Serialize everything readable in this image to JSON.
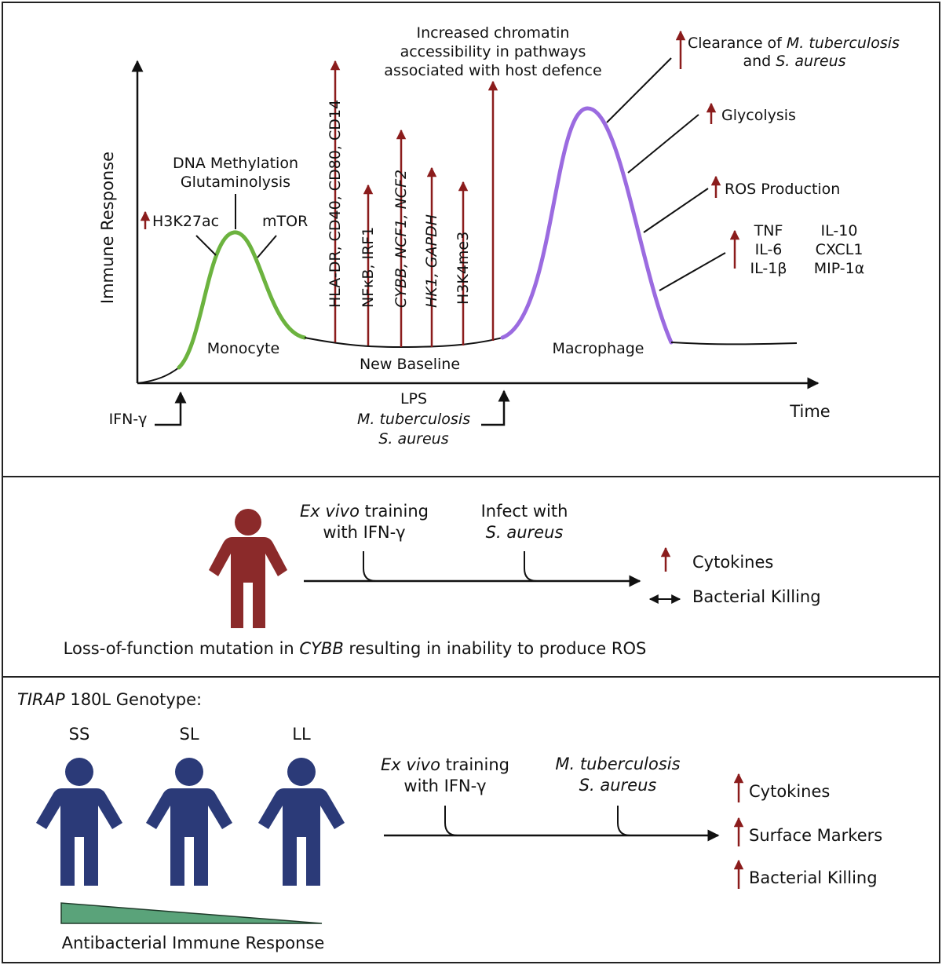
{
  "colors": {
    "monocyte_curve": "#6cb33f",
    "macrophage_curve": "#9b6be0",
    "up_arrow": "#8b1c1c",
    "patient_figure": "#8b2a2a",
    "genotype_figure": "#2b3a78",
    "gradient_wedge": "#5aa37a",
    "frame": "#222222"
  },
  "panel1": {
    "y_axis_label": "Immune Response",
    "x_axis_label": "Time",
    "monocyte_label": "Monocyte",
    "baseline_label": "New Baseline",
    "macrophage_label": "Macrophage",
    "ifng_label": "IFN-γ",
    "stim_lps": "LPS",
    "stim_mtb": "M. tuberculosis",
    "stim_saureus": "S. aureus",
    "dna_methylation": "DNA Methylation",
    "glutaminolysis": "Glutaminolysis",
    "h3k27ac": "H3K27ac",
    "mtor": "mTOR",
    "marker_surface": "HLA-DR, CD40, CD80, CD14",
    "marker_nfkb": "NFκB, IRF1",
    "marker_cybb": "CYBB, NCF1, NCF2",
    "marker_hk1": "HK1, GAPDH",
    "marker_h3k4": "H3K4me3",
    "chromatin_1": "Increased chromatin",
    "chromatin_2": "accessibility in pathways",
    "chromatin_3": "associated with host defence",
    "clearance_1_pre": "Clearance of ",
    "clearance_1_mtb": "M. tuberculosis",
    "clearance_2_pre": "and ",
    "clearance_2_sa": "S. aureus",
    "glycolysis": "Glycolysis",
    "ros": "ROS Production",
    "cyt_tnf": "TNF",
    "cyt_il6": "IL-6",
    "cyt_il1b": "IL-1β",
    "cyt_il10": "IL-10",
    "cyt_cxcl1": "CXCL1",
    "cyt_mip": "MIP-1α"
  },
  "panel2": {
    "training_1_it": "Ex vivo",
    "training_1_rest": " training",
    "training_2": "with IFN-γ",
    "infect_1": "Infect with",
    "infect_2": "S. aureus",
    "out_cytokines": "Cytokines",
    "out_killing": "Bacterial Killing",
    "caption_pre": "Loss-of-function mutation in ",
    "caption_gene": "CYBB",
    "caption_post": " resulting in inability to produce ROS"
  },
  "panel3": {
    "title_gene": "TIRAP",
    "title_rest": " 180L Genotype:",
    "geno_ss": "SS",
    "geno_sl": "SL",
    "geno_ll": "LL",
    "training_1_it": "Ex vivo",
    "training_1_rest": " training",
    "training_2": "with IFN-γ",
    "pathogen_1": "M. tuberculosis",
    "pathogen_2": "S. aureus",
    "out_cytokines": "Cytokines",
    "out_surface": "Surface Markers",
    "out_killing": "Bacterial Killing",
    "gradient_label": "Antibacterial Immune Response"
  }
}
